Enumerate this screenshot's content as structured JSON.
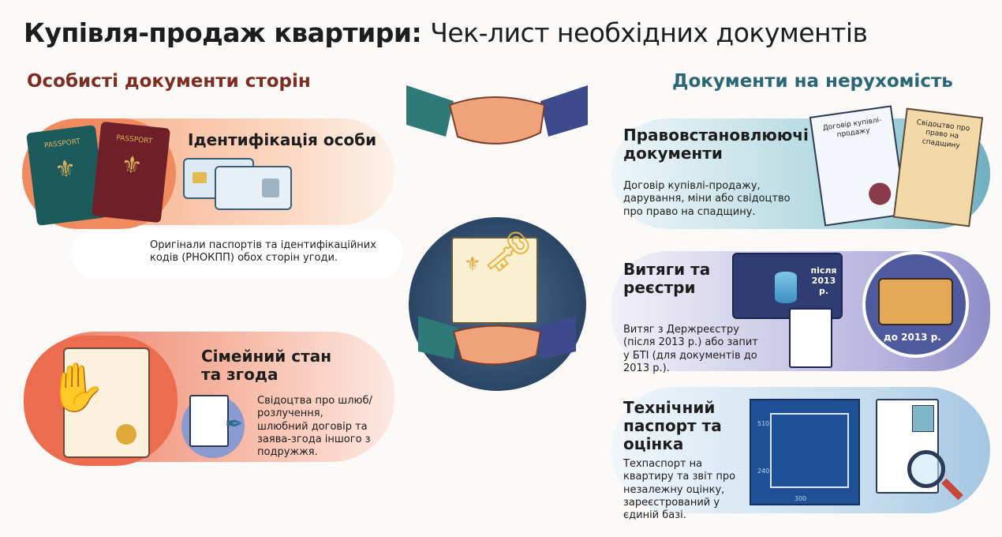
{
  "title": {
    "part1": "Купівля-продаж квартири:",
    "part2": "Чек-лист необхідних документів"
  },
  "left": {
    "heading": "Особисті документи сторін",
    "items": [
      {
        "title": "Ідентифікація особи",
        "text": "Оригінали паспортів та ідентифікаційних кодів (РНОКПП) обох сторін угоди.",
        "passport_label": "PASSPORT"
      },
      {
        "title": "Сімейний стан та згода",
        "text": "Свідоцтва про шлюб/розлучення, шлюбний договір та заява-згода іншого з подружжя."
      }
    ]
  },
  "right": {
    "heading": "Документи на нерухомість",
    "items": [
      {
        "title": "Правовстановлюючі документи",
        "text": "Договір купівлі-продажу, дарування, міни або свідоцтво про право на спадщину.",
        "doc1": "Договір купівлі-продажу",
        "doc2": "Свідоцтво про право на спадщину"
      },
      {
        "title": "Витяги та реєстри",
        "text": "Витяг з Держреєстру (після 2013 р.) або запит у БТІ (для документів до 2013 р.).",
        "after_label": "після 2013 р.",
        "before_label": "до 2013 р."
      },
      {
        "title": "Технічний паспорт та оцінка",
        "text": "Техпаспорт на квартиру та звіт про незалежну оцінку, зареєстрований у єдиній базі.",
        "dim1": "510",
        "dim2": "240",
        "dim3": "300"
      }
    ]
  },
  "colors": {
    "left_accent": "#7d2d20",
    "right_accent": "#2b6676",
    "orange": "#f3a57a",
    "teal": "#8cc7d3",
    "purple": "#a9a6d6",
    "blue": "#b9d4ea"
  }
}
